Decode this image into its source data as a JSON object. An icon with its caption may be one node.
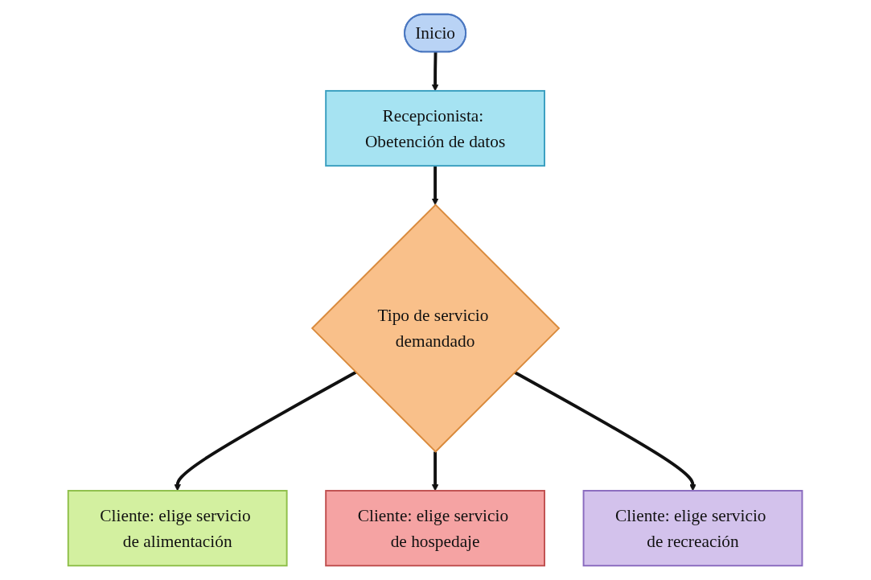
{
  "diagram": {
    "nodes": [
      {
        "text": [
          "Inicio"
        ]
      },
      {
        "text": [
          "Recepcionista: Obetención de datos"
        ]
      },
      {
        "text": [
          "Tipo de servicio demandado"
        ]
      },
      {
        "text": [
          "Cliente: elige servicio de alimentación"
        ]
      },
      {
        "text": [
          "Cliente: elige servicio de hospedaje"
        ]
      },
      {
        "text": [
          "Cliente: elige servicio de recreación"
        ]
      }
    ],
    "edges": [
      {
        "from": 0,
        "to": 1,
        "arrow": "to"
      },
      {
        "from": 1,
        "to": 2,
        "arrow": "to"
      },
      {
        "from": 2,
        "to": 3,
        "arrow": "to"
      },
      {
        "from": 2,
        "to": 4,
        "arrow": "to"
      },
      {
        "from": 2,
        "to": 5,
        "arrow": "to"
      }
    ]
  }
}
